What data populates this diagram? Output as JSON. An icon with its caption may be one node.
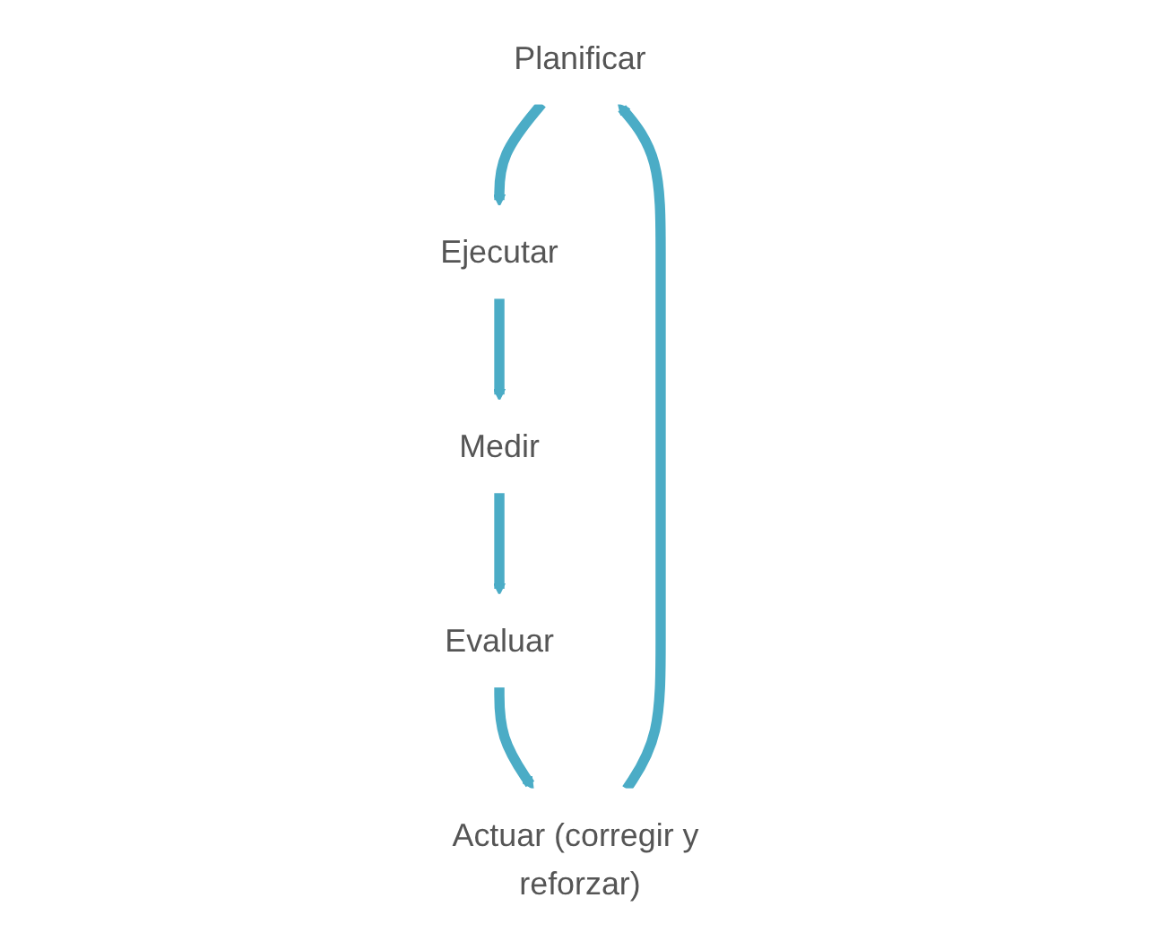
{
  "diagram": {
    "nodes": [
      {
        "text": [
          "Planificar"
        ]
      },
      {
        "text": [
          "Ejecutar"
        ]
      },
      {
        "text": [
          "Medir"
        ]
      },
      {
        "text": [
          "Evaluar"
        ]
      },
      {
        "text": [
          "Actuar (corregir y reforzar)"
        ]
      }
    ],
    "edges": [
      {
        "from": 0,
        "to": 1,
        "arrow": "to"
      },
      {
        "from": 1,
        "to": 2,
        "arrow": "to"
      },
      {
        "from": 2,
        "to": 3,
        "arrow": "to"
      },
      {
        "from": 3,
        "to": 4,
        "arrow": "to"
      },
      {
        "from": 4,
        "to": 0,
        "arrow": "to"
      }
    ]
  }
}
